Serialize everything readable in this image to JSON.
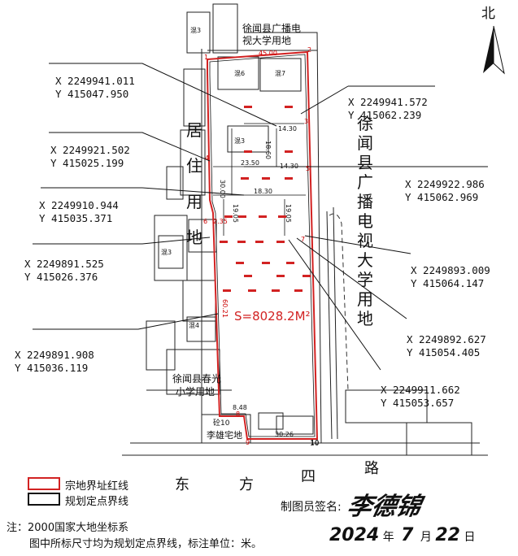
{
  "north": {
    "label": "北",
    "icon": "north-arrow-icon"
  },
  "coordinates": [
    {
      "id": "c1",
      "x": "X 2249941.011",
      "y": "Y 415047.950"
    },
    {
      "id": "c2",
      "x": "X 2249941.572",
      "y": "Y 415062.239"
    },
    {
      "id": "c3",
      "x": "X 2249921.502",
      "y": "Y 415025.199"
    },
    {
      "id": "c4",
      "x": "X 2249922.986",
      "y": "Y 415062.969"
    },
    {
      "id": "c5",
      "x": "X 2249910.944",
      "y": "Y 415035.371"
    },
    {
      "id": "c6",
      "x": "X 2249891.525",
      "y": "Y 415026.376"
    },
    {
      "id": "c7",
      "x": "X 2249893.009",
      "y": "Y 415064.147"
    },
    {
      "id": "c8",
      "x": "X 2249891.908",
      "y": "Y 415036.119"
    },
    {
      "id": "c9",
      "x": "X 2249892.627",
      "y": "Y 415054.405"
    },
    {
      "id": "c10",
      "x": "X 2249911.662",
      "y": "Y 415053.657"
    }
  ],
  "land_labels": {
    "broadcast_top": [
      "徐闻县广播电",
      "视大学用地"
    ],
    "broadcast_right": [
      "徐",
      "闻",
      "县",
      "广",
      "播",
      "电",
      "视",
      "大",
      "学",
      "用",
      "地"
    ],
    "residential_left": [
      "居",
      "住",
      "用",
      "地"
    ],
    "school": [
      "徐闻县春光",
      "小学用地"
    ],
    "li_house": "李雄宅地",
    "brick10": "砼10"
  },
  "area": "S=8028.2M²",
  "road": [
    "东",
    "方",
    "四",
    "路"
  ],
  "building_labels": [
    "混3",
    "混6",
    "混7",
    "混3",
    "混4",
    "混3"
  ],
  "dimensions": {
    "top": "45.00",
    "d1": "14.30",
    "d2": "23.50",
    "d3": "14.30",
    "d4": "18.30",
    "d5": "19.05",
    "d6": "19.05",
    "d7": "30.00",
    "d8": "60.21",
    "d9": "18.60",
    "d10": "8.48",
    "d11": "30.26",
    "d12": "2.35",
    "d13": "10"
  },
  "vertex_numbers": [
    "1",
    "2",
    "3",
    "4",
    "5",
    "6",
    "7",
    "8",
    "9",
    "10"
  ],
  "legend": [
    {
      "label": "宗地界址红线",
      "color": "#d22222"
    },
    {
      "label": "规划定点界线",
      "color": "#111111"
    }
  ],
  "drafter": {
    "label": "制图员签名:",
    "signature": "李德锦"
  },
  "date": {
    "year": "2024",
    "year_unit": "年",
    "month": "7",
    "month_unit": "月",
    "day": "22",
    "day_unit": "日"
  },
  "notes": {
    "line1": "注：2000国家大地坐标系",
    "line2": "图中所标尺寸均为规划定点界线，标注单位：米。"
  }
}
